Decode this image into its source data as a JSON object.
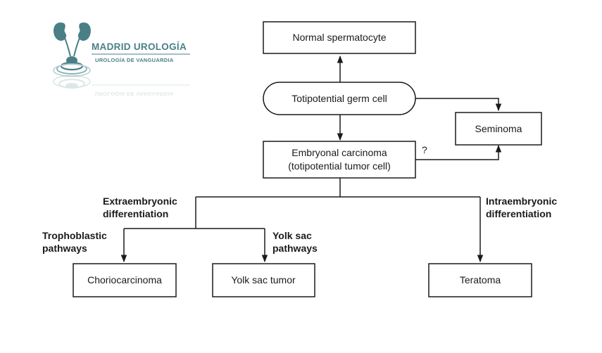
{
  "logo": {
    "title": "MADRID UROLOGÍA",
    "subtitle": "UROLOGÍA DE VANGUARDIA",
    "colors": {
      "primary": "#4a7f86",
      "light": "#8fb5b9"
    },
    "icon": "kidneys-bladder-icon"
  },
  "diagram": {
    "nodes": {
      "normal_spermatocyte": "Normal spermatocyte",
      "totipotential_germ_cell": "Totipotential germ cell",
      "seminoma": "Seminoma",
      "embryonal_line1": "Embryonal carcinoma",
      "embryonal_line2": "(totipotential tumor cell)",
      "choriocarcinoma": "Choriocarcinoma",
      "yolk_sac_tumor": "Yolk sac tumor",
      "teratoma": "Teratoma"
    },
    "labels": {
      "question_mark": "?",
      "extraembryonic_line1": "Extraembryonic",
      "extraembryonic_line2": "differentiation",
      "intraembryonic_line1": "Intraembryonic",
      "intraembryonic_line2": "differentiation",
      "trophoblastic_line1": "Trophoblastic",
      "trophoblastic_line2": "pathways",
      "yolk_sac_line1": "Yolk sac",
      "yolk_sac_line2": "pathways"
    }
  }
}
